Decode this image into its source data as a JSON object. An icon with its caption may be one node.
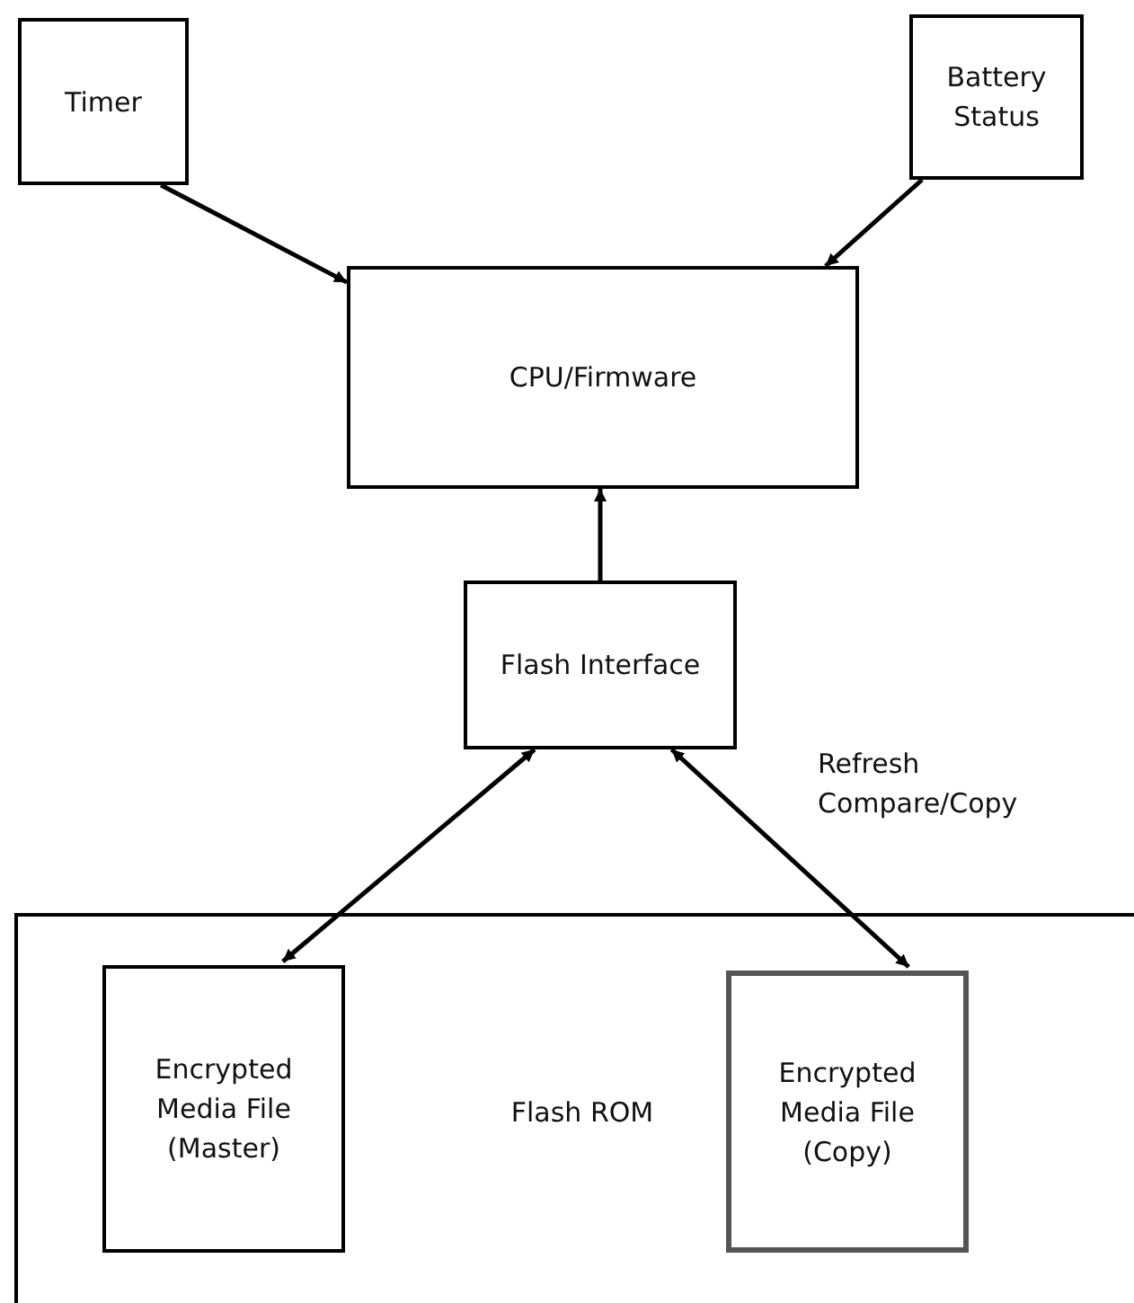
{
  "diagram": {
    "nodes": [
      {
        "text": [
          "Timer"
        ]
      },
      {
        "text": [
          "Battery Status"
        ]
      },
      {
        "text": [
          "CPU/Firmware"
        ]
      },
      {
        "text": [
          "Flash Interface"
        ]
      },
      {
        "text": [
          "Flash ROM"
        ]
      },
      {
        "text": [
          "Encrypted Media File (Master)"
        ],
        "in": 4
      },
      {
        "text": [
          "Encrypted Media File (Copy)"
        ],
        "in": 4
      }
    ],
    "edges": [
      {
        "from": 0,
        "to": 2,
        "arrow": "to"
      },
      {
        "from": 1,
        "to": 2,
        "arrow": "to"
      },
      {
        "from": 3,
        "to": 2,
        "arrow": "to"
      },
      {
        "from": 3,
        "to": 5,
        "arrow": "both"
      },
      {
        "from": 3,
        "to": 6,
        "arrow": "both"
      }
    ],
    "labels": [
      "Refresh Compare/Copy"
    ]
  }
}
